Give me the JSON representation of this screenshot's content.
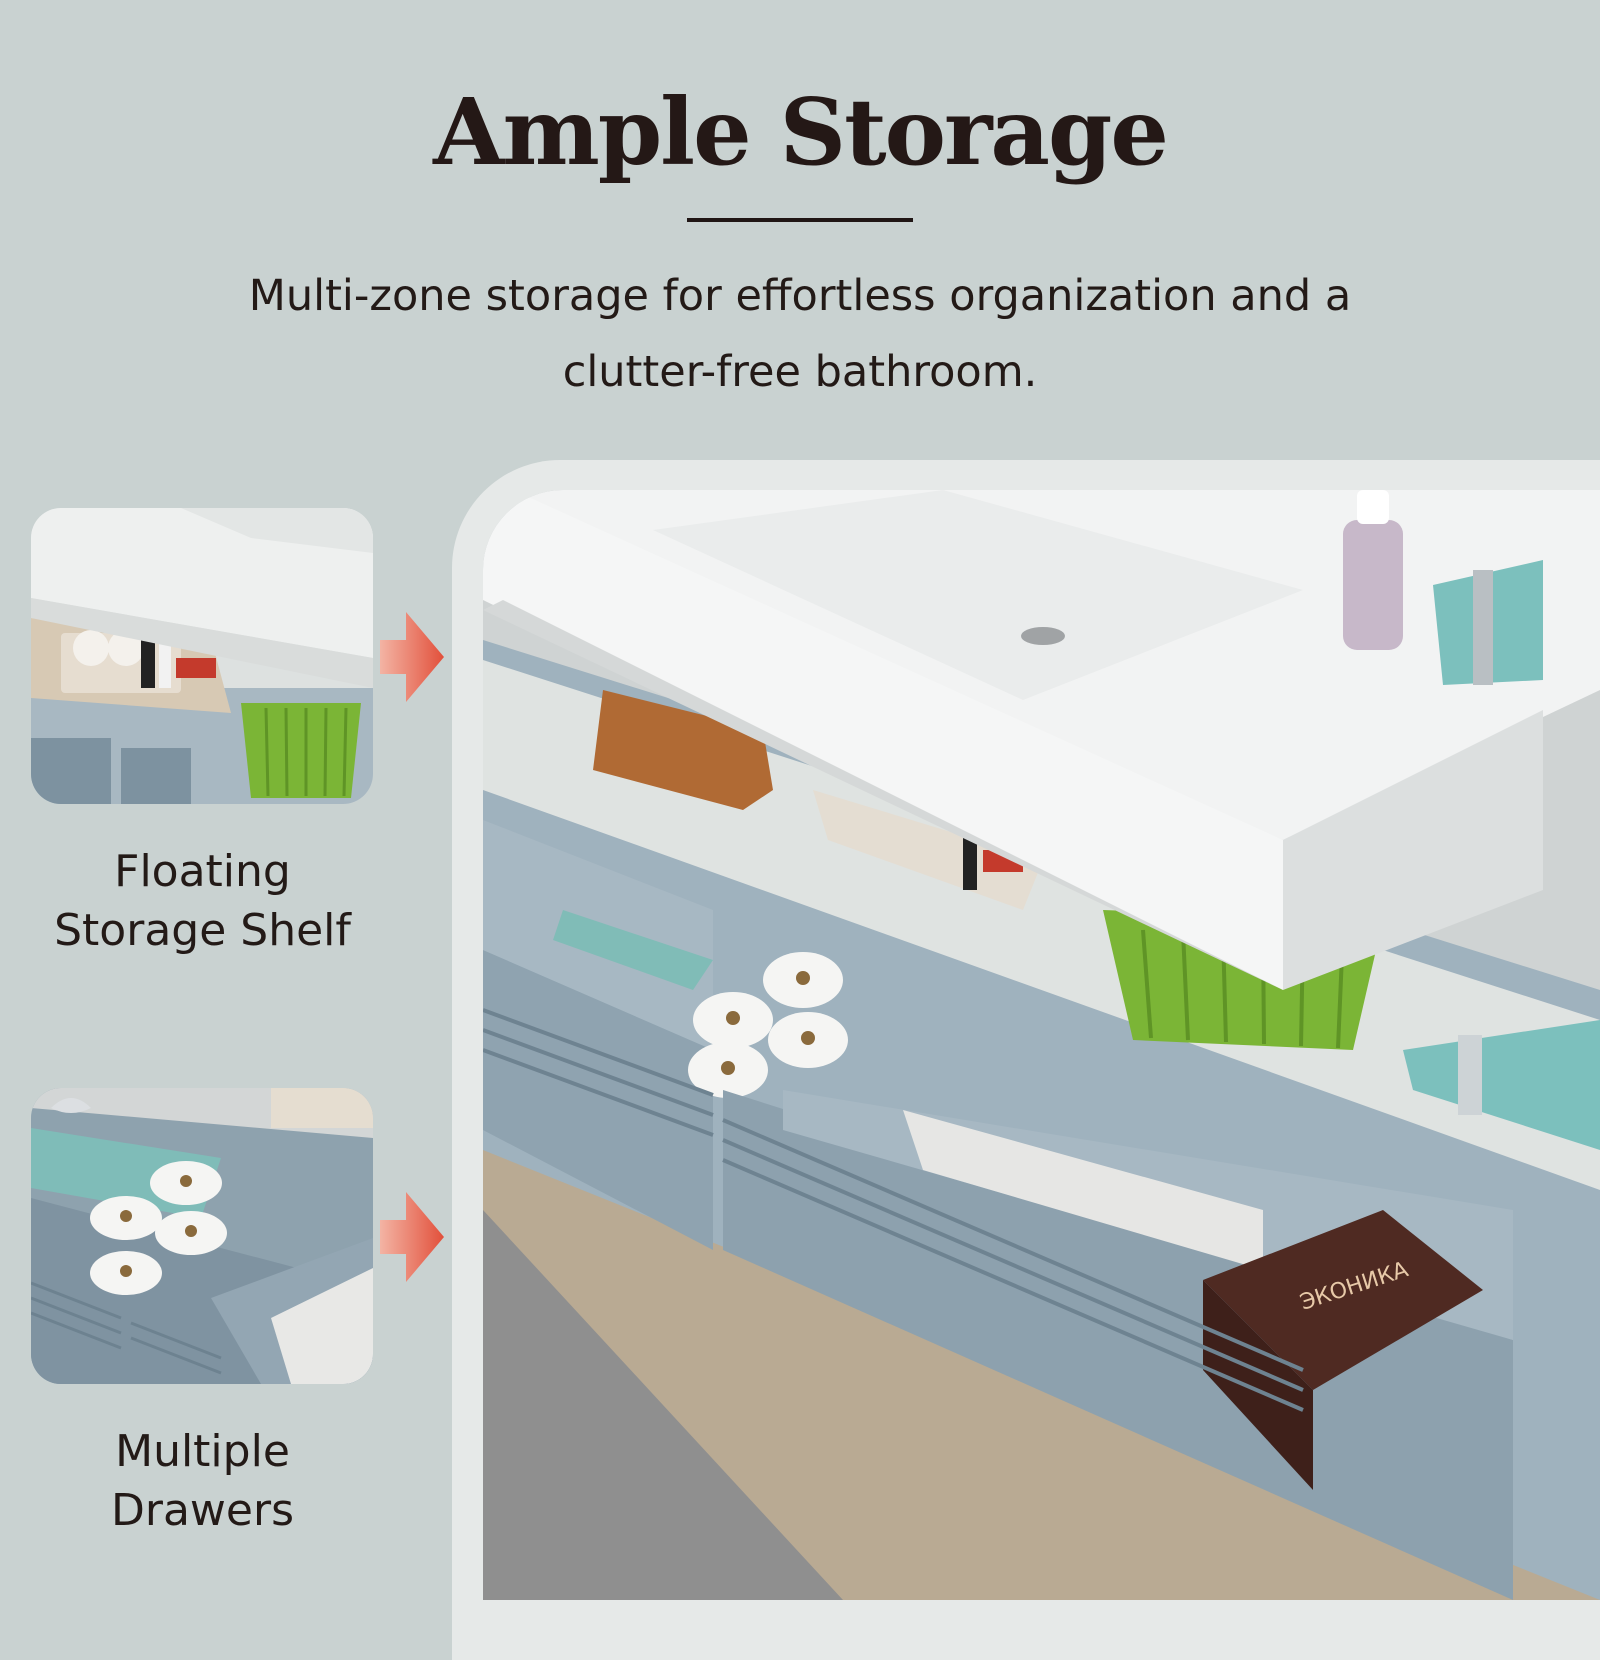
{
  "header": {
    "title": "Ample Storage",
    "subtitle_line1": "Multi-zone storage for effortless organization and a",
    "subtitle_line2": "clutter-free bathroom."
  },
  "features": [
    {
      "line1": "Floating",
      "line2": "Storage Shelf"
    },
    {
      "line1": "Multiple",
      "line2": "Drawers"
    }
  ],
  "product_box_brand": "ЭКОНИКА",
  "colors": {
    "background": "#c9d2d1",
    "cabinet_blue": "#8fa3b0",
    "countertop_white": "#f2f3f3",
    "arrow_red": "#e2503b",
    "title_dark": "#241816"
  }
}
